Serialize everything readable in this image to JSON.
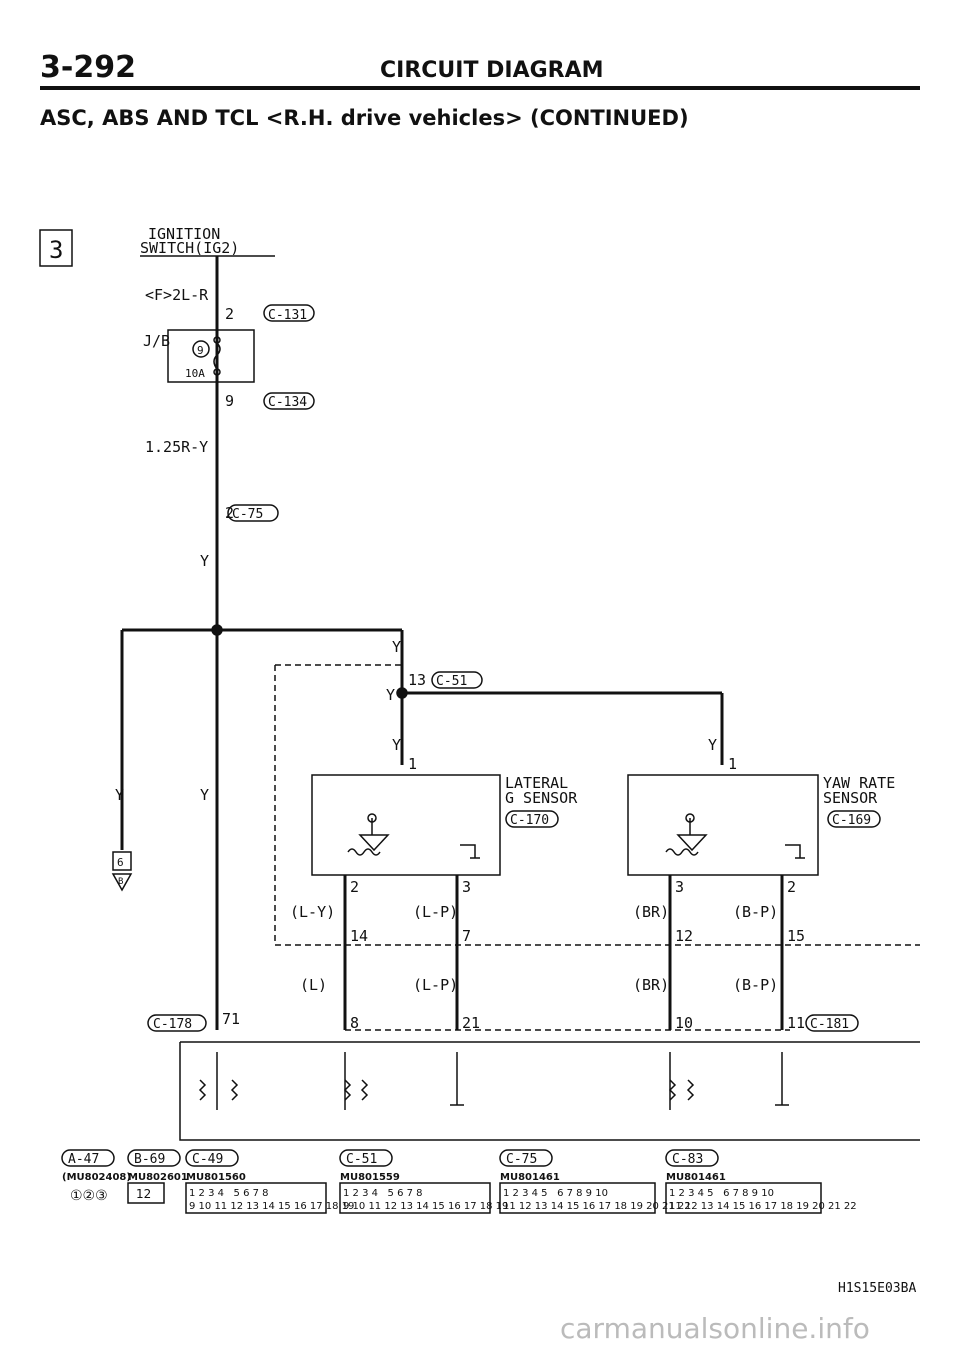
{
  "header": {
    "page_number": "3-292",
    "title": "CIRCUIT DIAGRAM",
    "subtitle": "ASC, ABS AND TCL <R.H. drive vehicles> (CONTINUED)"
  },
  "section_box": "3",
  "ignition": {
    "line1": "IGNITION",
    "line2": "SWITCH(IG2)"
  },
  "wire_labels": {
    "f2lr": "<F>2L-R",
    "jb": "J/B",
    "r125": "1.25R-Y",
    "y": "Y",
    "ly": "(L-Y)",
    "lp": "(L-P)",
    "br": "(BR)",
    "bp": "(B-P)",
    "l": "(L)"
  },
  "fuse": {
    "number": "9",
    "rating": "10A"
  },
  "pins": {
    "p2": "2",
    "p9": "9",
    "p13": "13",
    "p1": "1",
    "p3": "3",
    "p14": "14",
    "p7": "7",
    "p12": "12",
    "p15": "15",
    "p8": "8",
    "p21": "21",
    "p10": "10",
    "p11": "11",
    "p71": "71"
  },
  "connectors": {
    "c131": "C-131",
    "c134": "C-134",
    "c75": "C-75",
    "c51": "C-51",
    "c170": "C-170",
    "c169": "C-169",
    "c178": "C-178",
    "c181": "C-181",
    "a47": "A-47",
    "b69": "B-69",
    "c49": "C-49",
    "c83": "C-83"
  },
  "sensors": {
    "lateral_l1": "LATERAL",
    "lateral_l2": "G SENSOR",
    "yaw_l1": "YAW RATE",
    "yaw_l2": "SENSOR"
  },
  "side_connector": {
    "top": "6",
    "bottom": "B"
  },
  "part_numbers": {
    "a47": "(MU802408)",
    "b69": "MU802601",
    "c49": "MU801560",
    "c51": "MU801559",
    "c75": "MU801461",
    "c83": "MU801461"
  },
  "connector_pins": {
    "a47": "①②③",
    "b69": "12",
    "c49_row1": [
      "1",
      "2",
      "3",
      "4",
      "",
      "5",
      "6",
      "7",
      "8"
    ],
    "c49_row2": [
      "9",
      "10",
      "11",
      "12",
      "13",
      "14",
      "15",
      "16",
      "17",
      "18",
      "19"
    ],
    "c51_row1": [
      "1",
      "2",
      "3",
      "4",
      "",
      "5",
      "6",
      "7",
      "8"
    ],
    "c51_row2": [
      "9",
      "10",
      "11",
      "12",
      "13",
      "14",
      "15",
      "16",
      "17",
      "18",
      "19"
    ],
    "c75_row1": [
      "1",
      "2",
      "3",
      "4",
      "5",
      "",
      "6",
      "7",
      "8",
      "9",
      "10"
    ],
    "c75_row2": [
      "11",
      "12",
      "13",
      "14",
      "15",
      "16",
      "17",
      "18",
      "19",
      "20",
      "21",
      "22"
    ],
    "c83_row1": [
      "1",
      "2",
      "3",
      "4",
      "5",
      "",
      "6",
      "7",
      "8",
      "9",
      "10"
    ],
    "c83_row2": [
      "11",
      "12",
      "13",
      "14",
      "15",
      "16",
      "17",
      "18",
      "19",
      "20",
      "21",
      "22"
    ]
  },
  "figure_code": "H1S15E03BA",
  "watermark": "carmanualsonline.info"
}
